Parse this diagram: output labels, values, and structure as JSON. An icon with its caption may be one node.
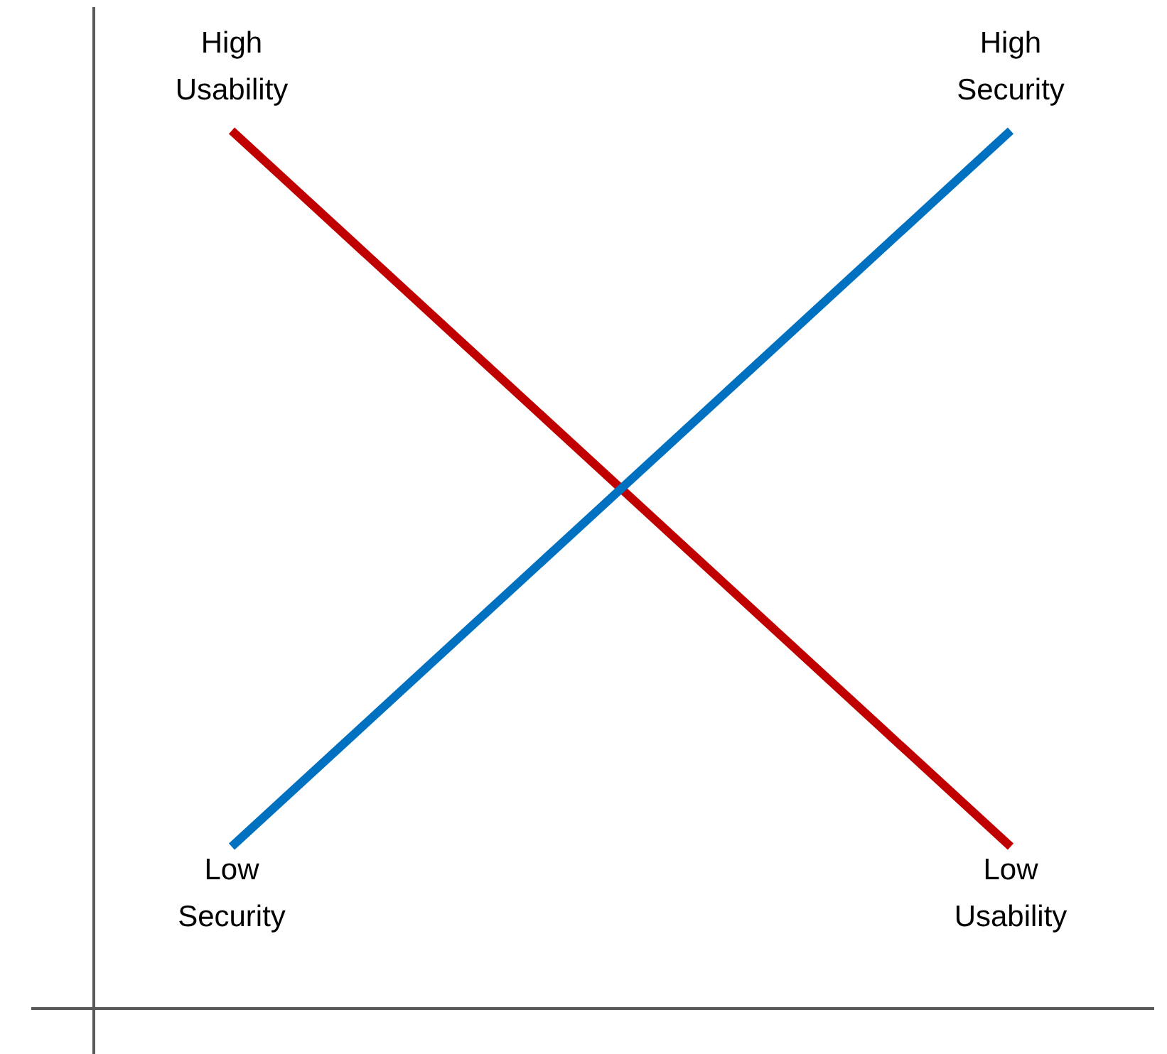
{
  "diagram": {
    "nodes": [
      {
        "text": [
          "High Usability"
        ]
      },
      {
        "text": [
          "High Security"
        ]
      },
      {
        "text": [
          "Low Security"
        ]
      },
      {
        "text": [
          "Low Usability"
        ]
      }
    ],
    "edges": [
      {
        "from": 0,
        "to": 3,
        "arrow": "none",
        "color": "#c00000"
      },
      {
        "from": 2,
        "to": 1,
        "arrow": "none",
        "color": "#0070c0"
      }
    ]
  }
}
